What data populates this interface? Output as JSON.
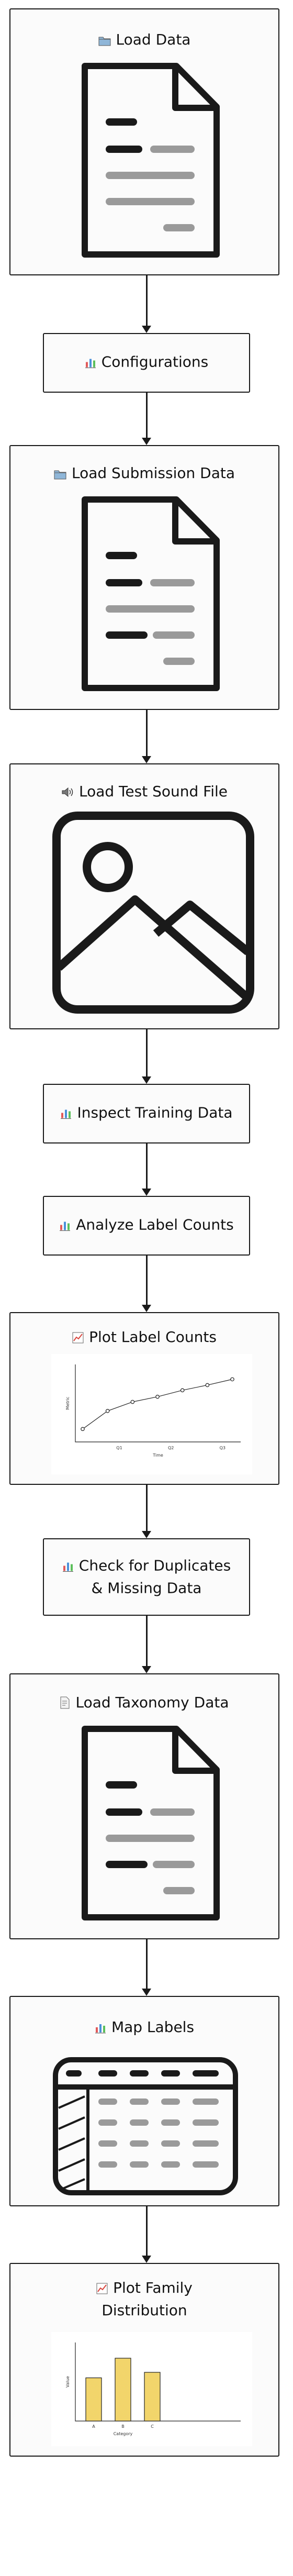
{
  "nodes": {
    "load_data": {
      "label": "Load Data",
      "icon": "folder-icon"
    },
    "configurations": {
      "label": "Configurations",
      "icon": "bar-chart-icon"
    },
    "load_submission": {
      "label": "Load Submission Data",
      "icon": "folder-icon"
    },
    "load_test_sound": {
      "label": "Load Test Sound File",
      "icon": "speaker-icon"
    },
    "inspect_training": {
      "label": "Inspect Training Data",
      "icon": "bar-chart-icon"
    },
    "analyze_label": {
      "label": "Analyze Label Counts",
      "icon": "bar-chart-icon"
    },
    "plot_label": {
      "label": "Plot Label Counts",
      "icon": "line-chart-icon"
    },
    "check_dup": {
      "label": "Check for Duplicates & Missing Data",
      "line1": "Check for Duplicates",
      "line2": "& Missing Data",
      "icon": "bar-chart-icon"
    },
    "load_taxonomy": {
      "label": "Load Taxonomy Data",
      "icon": "document-icon"
    },
    "map_labels": {
      "label": "Map Labels",
      "icon": "bar-chart-icon"
    },
    "plot_family": {
      "label": "Plot Family Distribution",
      "line1": "Plot Family",
      "line2": "Distribution",
      "icon": "line-chart-icon"
    }
  },
  "chart_data": [
    {
      "type": "line",
      "x": [
        "",
        "Q1",
        "",
        "Q2",
        "",
        "Q3"
      ],
      "values": [
        20,
        48,
        62,
        70,
        80,
        88,
        97
      ],
      "title": "",
      "xlabel": "Time",
      "ylabel": "Metric",
      "ylim": [
        0,
        120
      ]
    },
    {
      "type": "bar",
      "categories": [
        "A",
        "B",
        "C"
      ],
      "values": [
        55,
        80,
        62
      ],
      "title": "",
      "xlabel": "Category",
      "ylabel": "Value",
      "ylim": [
        0,
        100
      ]
    }
  ],
  "colors": {
    "stroke": "#1a1a1a",
    "sketch_gray": "#9a9a9a",
    "bar_fill": "#f2d56b",
    "box_bg": "#fbfbfb"
  }
}
